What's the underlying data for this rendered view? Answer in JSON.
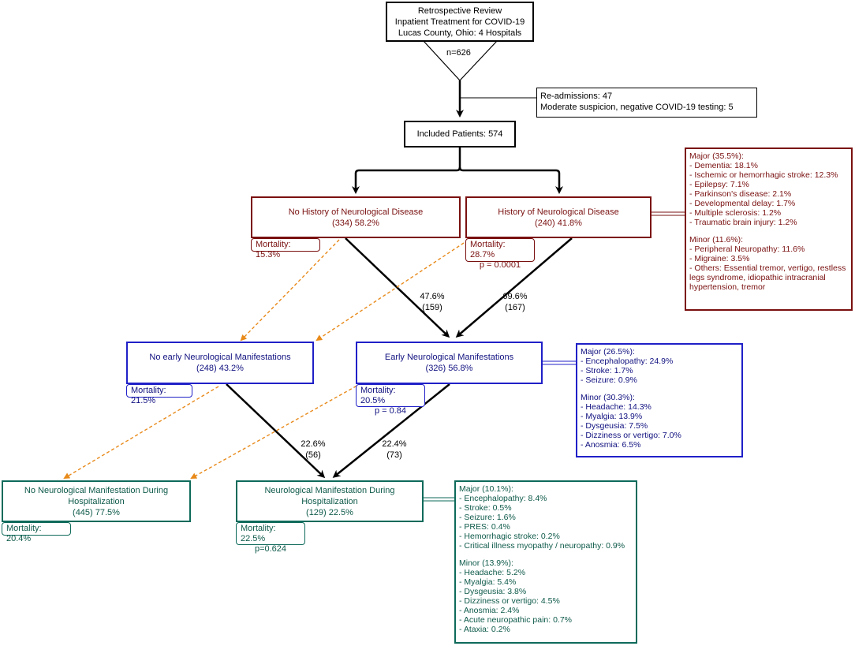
{
  "top": {
    "lines": [
      "Retrospective Review",
      "Inpatient Treatment for COVID-19",
      "Lucas County, Ohio: 4 Hospitals"
    ],
    "n": "n=626"
  },
  "exclusions": [
    "Re-admissions:  47",
    "Moderate suspicion, negative COVID-19 testing:  5"
  ],
  "included": "Included Patients: 574",
  "no_history": {
    "title": "No History of Neurological Disease",
    "count": "(334) 58.2%",
    "mortality": "Mortality:  15.3%"
  },
  "history": {
    "title": "History of Neurological Disease",
    "count": "(240) 41.8%",
    "mortality": "Mortality: 28.7%",
    "p": "p = 0.0001"
  },
  "history_details": [
    "Major (35.5%):",
    "-  Dementia: 18.1%",
    "-  Ischemic or hemorrhagic stroke: 12.3%",
    "-  Epilepsy: 7.1%",
    "-  Parkinson's disease: 2.1%",
    "-  Developmental delay: 1.7%",
    "-  Multiple sclerosis: 1.2%",
    "-  Traumatic brain injury: 1.2%",
    "",
    "Minor (11.6%):",
    "-  Peripheral Neuropathy: 11.6%",
    "-  Migraine:  3.5%",
    "-  Others:  Essential tremor, vertigo, restless",
    "legs syndrome, idiopathic intracranial",
    "hypertension, tremor"
  ],
  "link_pcts": {
    "nohist_early": [
      "47.6%",
      "(159)"
    ],
    "hist_early": [
      "69.6%",
      "(167)"
    ],
    "noearly_during": [
      "22.6%",
      "(56)"
    ],
    "early_during": [
      "22.4%",
      "(73)"
    ]
  },
  "no_early": {
    "title": "No early Neurological Manifestations",
    "count": "(248) 43.2%",
    "mortality": "Mortality: 21.5%"
  },
  "early": {
    "title": "Early Neurological Manifestations",
    "count": "(326) 56.8%",
    "mortality": "Mortality: 20.5%",
    "p": "p = 0.84"
  },
  "early_details": [
    "Major (26.5%):",
    "-  Encephalopathy: 24.9%",
    "-  Stroke: 1.7%",
    "-  Seizure: 0.9%",
    "",
    "Minor (30.3%):",
    "-  Headache: 14.3%",
    "-  Myalgia: 13.9%",
    "-  Dysgeusia:  7.5%",
    "-  Dizziness or vertigo:  7.0%",
    "-  Anosmia:  6.5%"
  ],
  "no_during": {
    "title": "No Neurological Manifestation During Hospitalization",
    "count": "(445) 77.5%",
    "mortality": "Mortality:  20.4%"
  },
  "during": {
    "title": "Neurological Manifestation During Hospitalization",
    "count": "(129) 22.5%",
    "mortality": "Mortality: 22.5%",
    "p": "p=0.624"
  },
  "during_details": [
    "Major (10.1%):",
    "-  Encephalopathy: 8.4%",
    "-  Stroke: 0.5%",
    "-  Seizure: 1.6%",
    "-  PRES: 0.4%",
    "-  Hemorrhagic stroke: 0.2%",
    "-  Critical illness myopathy / neuropathy: 0.9%",
    "",
    "Minor (13.9%):",
    "-  Headache: 5.2%",
    "-  Myalgia: 5.4%",
    "-  Dysgeusia:  3.8%",
    "-  Dizziness or vertigo:  4.5%",
    "-  Anosmia:  2.4%",
    "-  Acute neuropathic pain: 0.7%",
    "-  Ataxia:  0.2%"
  ],
  "colors": {
    "red": "#7a1010",
    "blue": "#2020c8",
    "green": "#0e6a5a",
    "orange_dashed": "#e88a1a"
  }
}
